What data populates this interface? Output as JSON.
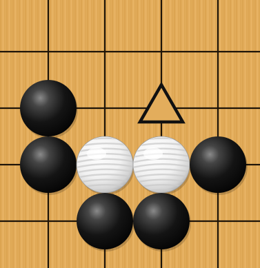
{
  "board": {
    "wood_color": "#e3ad5c",
    "line_color": "#1e1408",
    "columns": 5,
    "rows": 5,
    "stones": [
      {
        "color": "black",
        "col": 0,
        "row": 2
      },
      {
        "color": "black",
        "col": 0,
        "row": 3
      },
      {
        "color": "white",
        "col": 1,
        "row": 3
      },
      {
        "color": "white",
        "col": 2,
        "row": 3
      },
      {
        "color": "black",
        "col": 3,
        "row": 3
      },
      {
        "color": "black",
        "col": 1,
        "row": 4
      },
      {
        "color": "black",
        "col": 2,
        "row": 4
      }
    ],
    "markers": [
      {
        "shape": "triangle",
        "col": 2,
        "row": 2
      }
    ]
  }
}
